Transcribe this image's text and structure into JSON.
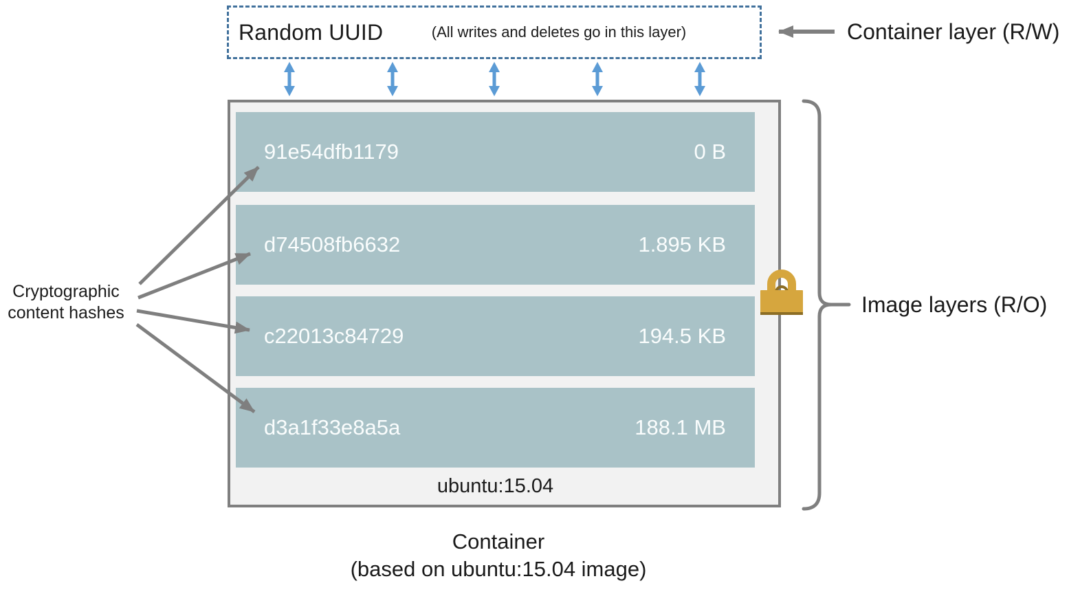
{
  "colors": {
    "accent_blue": "#5b9bd5",
    "dashed_border_blue": "#41719c",
    "gray": "#7f7f7f",
    "box_fill": "#f2f2f2",
    "layer_fill": "#a9c2c7",
    "layer_text": "#fafdfd",
    "lock_gold": "#d6a63e",
    "lock_shadow": "#8c6d24"
  },
  "container_layer": {
    "title": "Random UUID",
    "note": "(All writes and deletes go in this layer)"
  },
  "annotations": {
    "container_layer_label": "Container layer (R/W)",
    "image_layers_label": "Image layers (R/O)",
    "crypto_label_line1": "Cryptographic",
    "crypto_label_line2": "content hashes"
  },
  "image_box": {
    "layers": [
      {
        "hash": "91e54dfb1179",
        "size": "0 B"
      },
      {
        "hash": "d74508fb6632",
        "size": "1.895 KB"
      },
      {
        "hash": "c22013c84729",
        "size": "194.5 KB"
      },
      {
        "hash": "d3a1f33e8a5a",
        "size": "188.1 MB"
      }
    ],
    "base_image_label": "ubuntu:15.04"
  },
  "caption": {
    "line1": "Container",
    "line2": "(based on ubuntu:15.04 image)"
  },
  "icons": {
    "lock": "lock-icon",
    "rw_arrows": "double-arrow-icon"
  }
}
